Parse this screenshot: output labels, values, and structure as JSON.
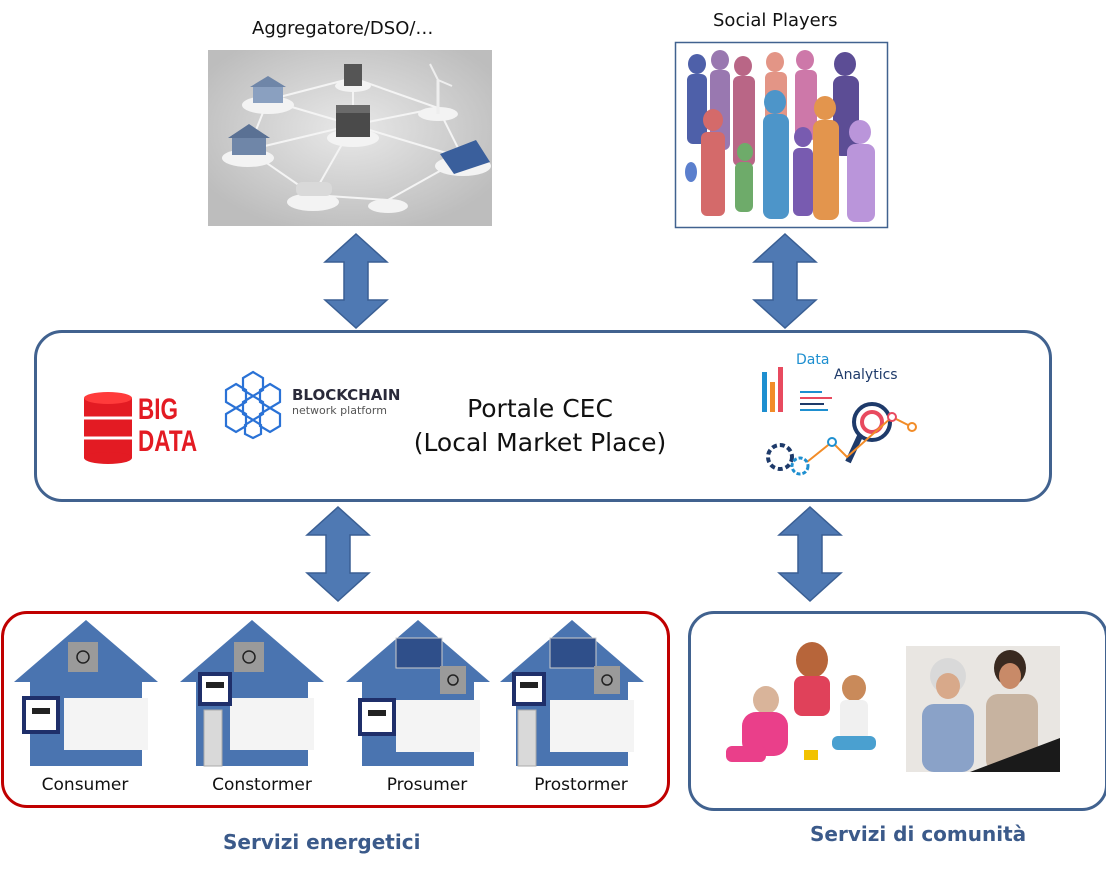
{
  "top": {
    "aggregator_label": "Aggregatore/DSO/…",
    "social_label": "Social Players"
  },
  "portal": {
    "title_line1": "Portale CEC",
    "title_line2": "(Local Market Place)",
    "big_data_line1": "BIG",
    "big_data_line2": "DATA",
    "blockchain_title": "BLOCKCHAIN",
    "blockchain_sub": "network platform",
    "data_word": "Data",
    "analytics_word": "Analytics"
  },
  "houses": [
    {
      "label": "Consumer"
    },
    {
      "label": "Constormer"
    },
    {
      "label": "Prosumer"
    },
    {
      "label": "Prostormer"
    }
  ],
  "captions": {
    "energy": "Servizi energetici",
    "community": "Servizi di comunità"
  },
  "colors": {
    "arrow": "#4f79b3",
    "portal_border": "#41628f",
    "energy_border": "#c00000",
    "caption": "#3b5a8a",
    "house": "#4a74b0"
  }
}
